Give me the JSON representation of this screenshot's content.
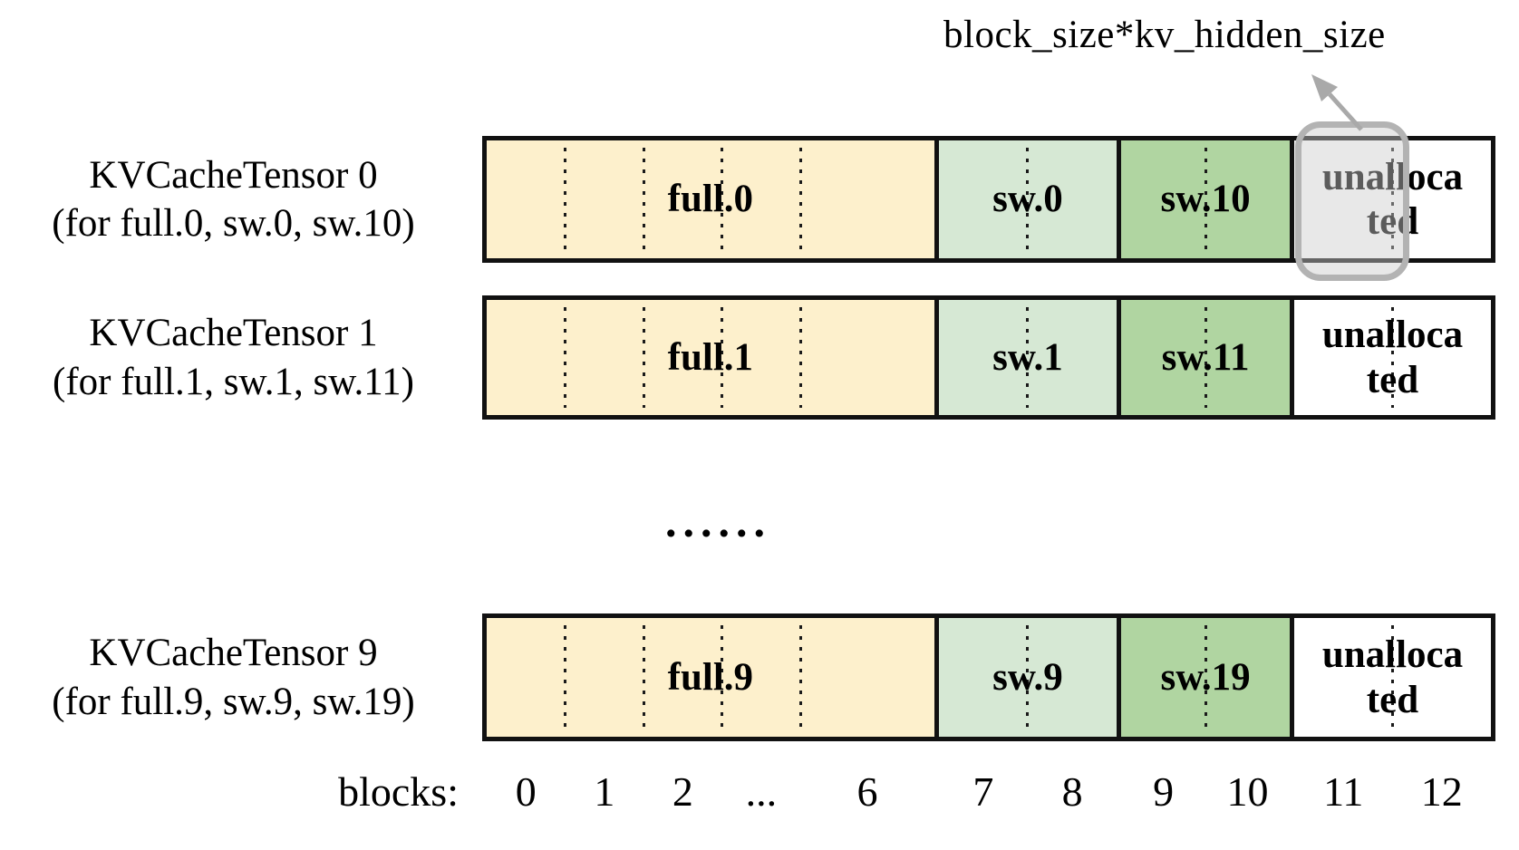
{
  "annotation": {
    "label": "block_size*kv_hidden_size"
  },
  "tensors": [
    {
      "name": "KVCacheTensor 0",
      "for_label": "(for full.0, sw.0, sw.10)",
      "full_label": "full.0",
      "sw_label": "sw.0",
      "sw2_label": "sw.10",
      "unallocated_label": "unalloca\nted"
    },
    {
      "name": "KVCacheTensor 1",
      "for_label": "(for full.1, sw.1, sw.11)",
      "full_label": "full.1",
      "sw_label": "sw.1",
      "sw2_label": "sw.11",
      "unallocated_label": "unalloca\nted"
    },
    {
      "name": "KVCacheTensor 9",
      "for_label": "(for full.9, sw.9, sw.19)",
      "full_label": "full.9",
      "sw_label": "sw.9",
      "sw2_label": "sw.19",
      "unallocated_label": "unalloca\nted"
    }
  ],
  "mid_ellipsis": "......",
  "axis": {
    "caption": "blocks:",
    "ticks": [
      "0",
      "1",
      "2",
      "...",
      "6",
      "7",
      "8",
      "9",
      "10",
      "11",
      "12"
    ]
  },
  "colors": {
    "full": "#FDF0CC",
    "sw": "#D6E8D4",
    "sw2": "#B0D5A1",
    "unallocated": "#FFFFFF",
    "border": "#111111",
    "highlight_border": "#B3B3B3",
    "highlight_fill": "rgba(203,203,203,0.45)",
    "arrow": "#A9A9A9"
  }
}
